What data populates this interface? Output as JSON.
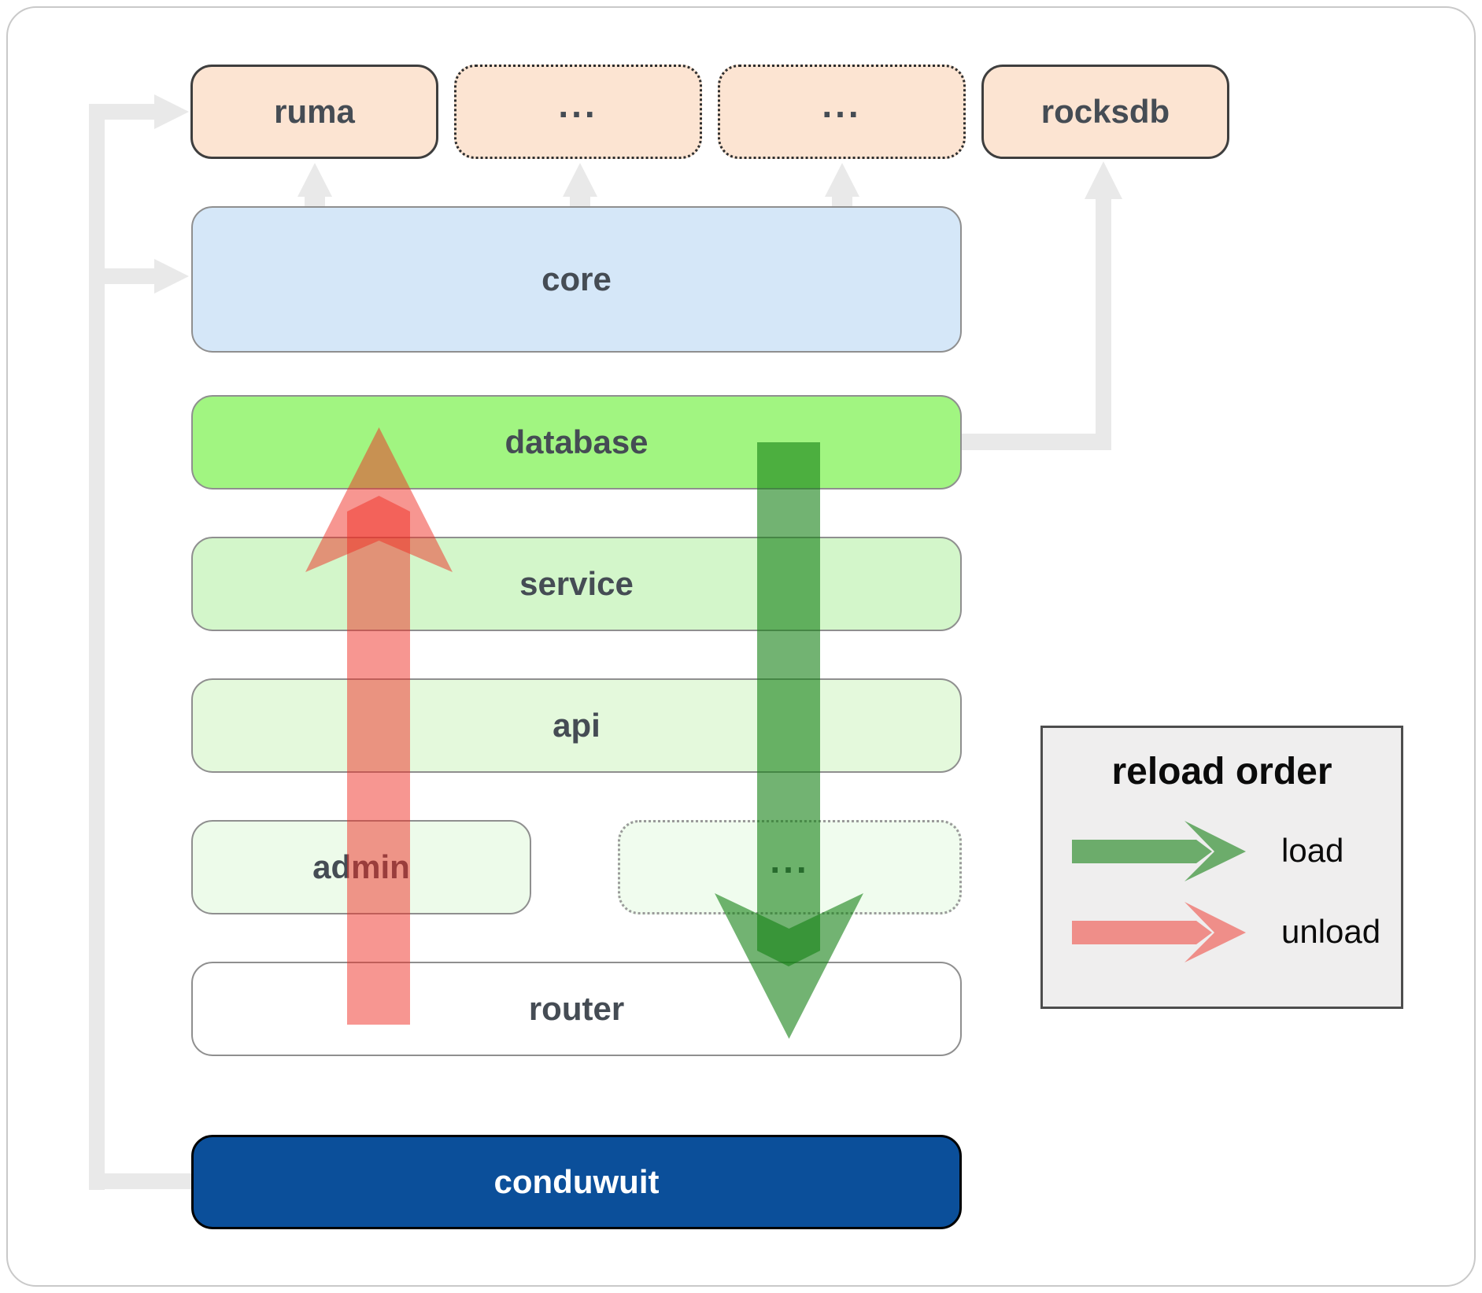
{
  "nodes": {
    "ruma": {
      "label": "ruma"
    },
    "dots1": {
      "label": "..."
    },
    "dots2": {
      "label": "..."
    },
    "rocksdb": {
      "label": "rocksdb"
    },
    "core": {
      "label": "core"
    },
    "database": {
      "label": "database"
    },
    "service": {
      "label": "service"
    },
    "api": {
      "label": "api"
    },
    "admin": {
      "label": "admin"
    },
    "dots3": {
      "label": "..."
    },
    "router": {
      "label": "router"
    },
    "conduwuit": {
      "label": "conduwuit"
    }
  },
  "legend": {
    "title": "reload order",
    "load_label": "load",
    "unload_label": "unload"
  },
  "colors": {
    "peach": "#fce4d2",
    "peach-border": "#3e3e3e",
    "blue": "#d5e7f8",
    "green-db": "#a1f581",
    "green-service": "#d3f6ca",
    "green-api": "#e4f9dc",
    "green-admin": "#edfbea",
    "green-dots": "#f0fcee",
    "navy": "#0b4f9a",
    "gray-line": "#e9e9e9",
    "box-border": "#8f8f8f",
    "label": "#454c54",
    "legend-bg": "#efeeee",
    "legend-border": "#4d4d4d",
    "arrow-green": "rgba(20,128,20,0.60)",
    "arrow-red": "rgba(240,45,35,0.50)"
  }
}
